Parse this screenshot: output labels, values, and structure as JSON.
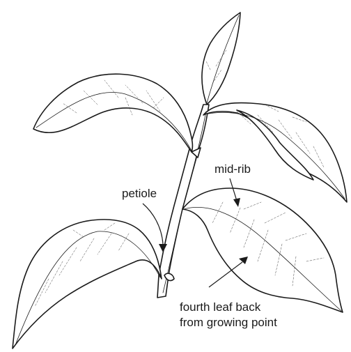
{
  "labels": {
    "petiole": "petiole",
    "midrib": "mid-rib",
    "fourth_leaf_line1": "fourth leaf back",
    "fourth_leaf_line2": "from growing point"
  },
  "colors": {
    "ink": "#1a1a1a",
    "background": "#ffffff"
  }
}
